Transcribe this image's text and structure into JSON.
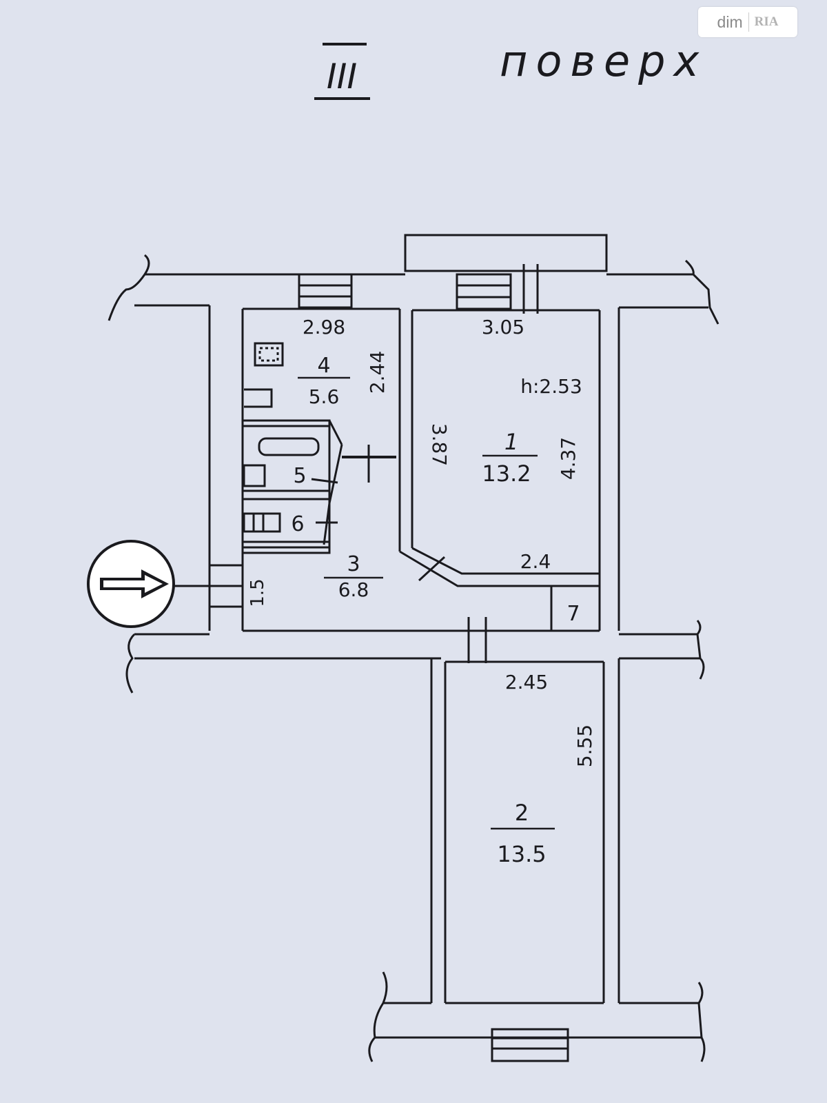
{
  "watermark": {
    "part1": "dim",
    "part2": "RIA"
  },
  "floor": {
    "numeral": "III",
    "word": "поверх"
  },
  "rooms": [
    {
      "id": "1",
      "area": "13.2",
      "width": "3.05",
      "depth": "4.37",
      "left": "3.87",
      "bottom": "2.4",
      "height": "h:2.53"
    },
    {
      "id": "2",
      "area": "13.5",
      "width": "2.45",
      "depth": "5.55"
    },
    {
      "id": "3",
      "area": "6.8",
      "side": "1.5"
    },
    {
      "id": "4",
      "area": "5.6",
      "width": "2.98",
      "depth": "2.44"
    },
    {
      "id": "5"
    },
    {
      "id": "6"
    },
    {
      "id": "7"
    }
  ],
  "colors": {
    "paper": "#dfe3ee",
    "ink": "#1a1a1e"
  }
}
